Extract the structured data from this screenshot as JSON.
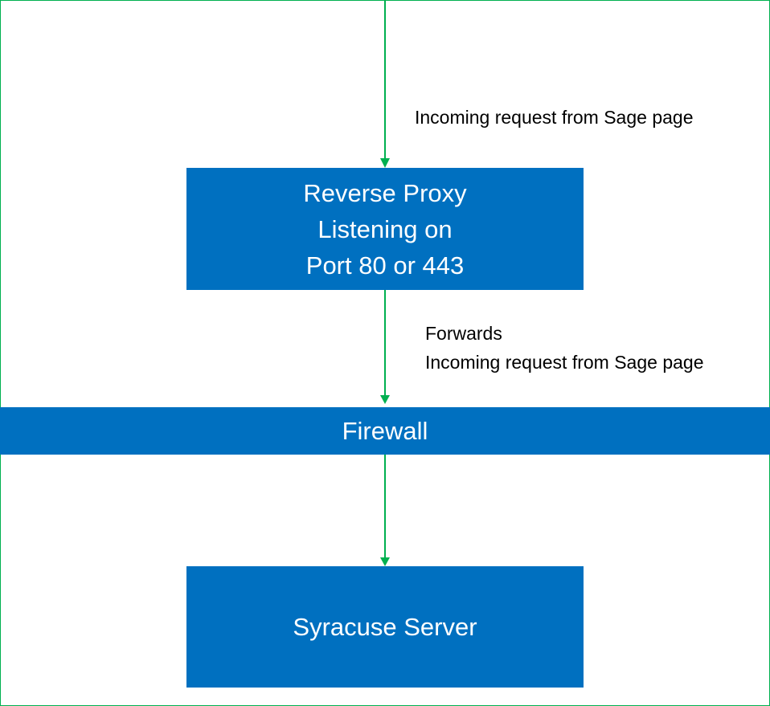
{
  "colors": {
    "box_fill": "#0070c0",
    "connector": "#00b050",
    "box_text": "#ffffff",
    "label_text": "#000000"
  },
  "nodes": {
    "reverse_proxy": {
      "lines": [
        "Reverse Proxy",
        "Listening on",
        "Port 80 or 443"
      ]
    },
    "firewall": {
      "label": "Firewall"
    },
    "syracuse_server": {
      "label": "Syracuse Server"
    }
  },
  "edges": [
    {
      "from": "top-entry",
      "to": "reverse_proxy",
      "lines": [
        "Incoming request from Sage page"
      ]
    },
    {
      "from": "reverse_proxy",
      "to": "firewall",
      "lines": [
        "Forwards",
        "Incoming request from Sage page"
      ]
    },
    {
      "from": "firewall",
      "to": "syracuse_server",
      "lines": []
    }
  ]
}
